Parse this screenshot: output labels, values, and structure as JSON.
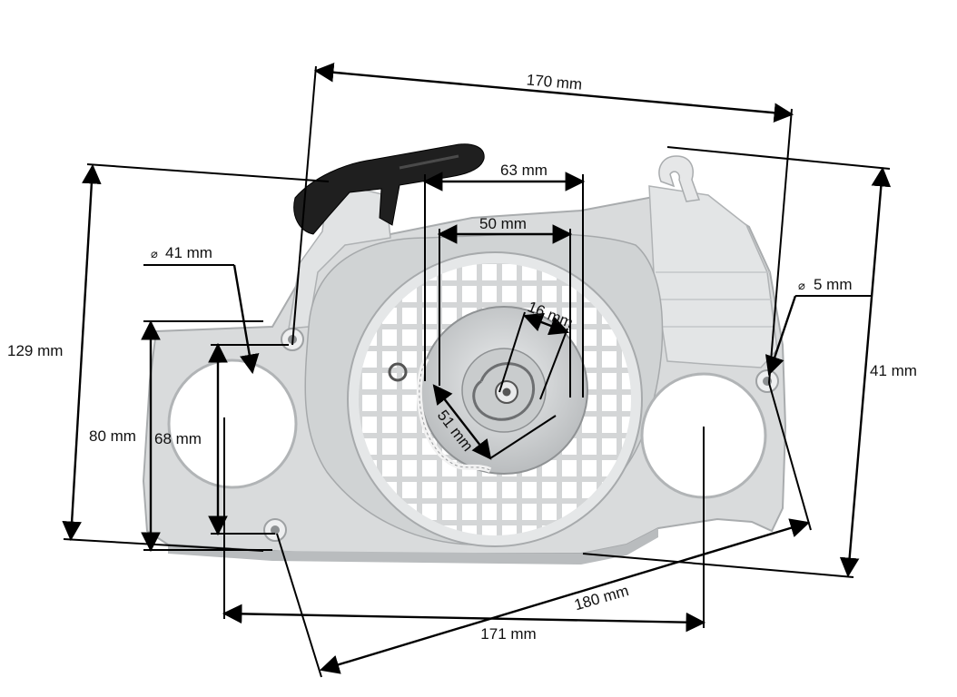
{
  "dimensions": {
    "overall_top_width": "170 mm",
    "handle_span": "63 mm",
    "inner_span": "50 mm",
    "left_hole_dia": "41 mm",
    "right_hole_dia": "5 mm",
    "spring_size": "16 mm",
    "pulley_size": "51 mm",
    "overall_height_left": "129 mm",
    "mount_height": "80 mm",
    "hole_pitch": "68 mm",
    "right_height": "41 mm",
    "diagonal_length": "180 mm",
    "hole_center_distance": "171 mm"
  },
  "symbols": {
    "diameter": "⌀"
  },
  "colors": {
    "housing": "#d9dbdc",
    "housing_shadow": "#b9bcbe",
    "handle": "#1f1f1f",
    "dimension_lines": "#000000"
  }
}
